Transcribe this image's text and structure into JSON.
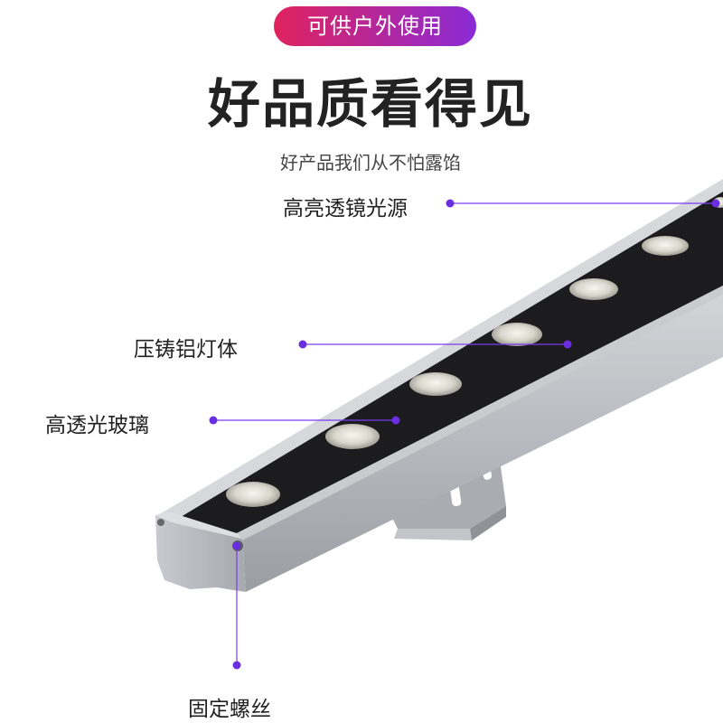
{
  "header": {
    "badge_text": "可供户外使用",
    "title": "好品质看得见",
    "subtitle": "好产品我们从不怕露馅"
  },
  "callouts": [
    {
      "label": "高亮透镜光源"
    },
    {
      "label": "压铸铝灯体"
    },
    {
      "label": "高透光玻璃"
    },
    {
      "label": "固定螺丝"
    }
  ],
  "colors": {
    "badge_gradient_start": "#e0235e",
    "badge_gradient_end": "#8a2bd6",
    "callout_line": "#7a3df0",
    "callout_dot": "#6a2ee0",
    "housing": "#b9bcc1",
    "glass": "#1c1c1e"
  },
  "icons": {
    "product": "led-wall-washer-icon"
  }
}
